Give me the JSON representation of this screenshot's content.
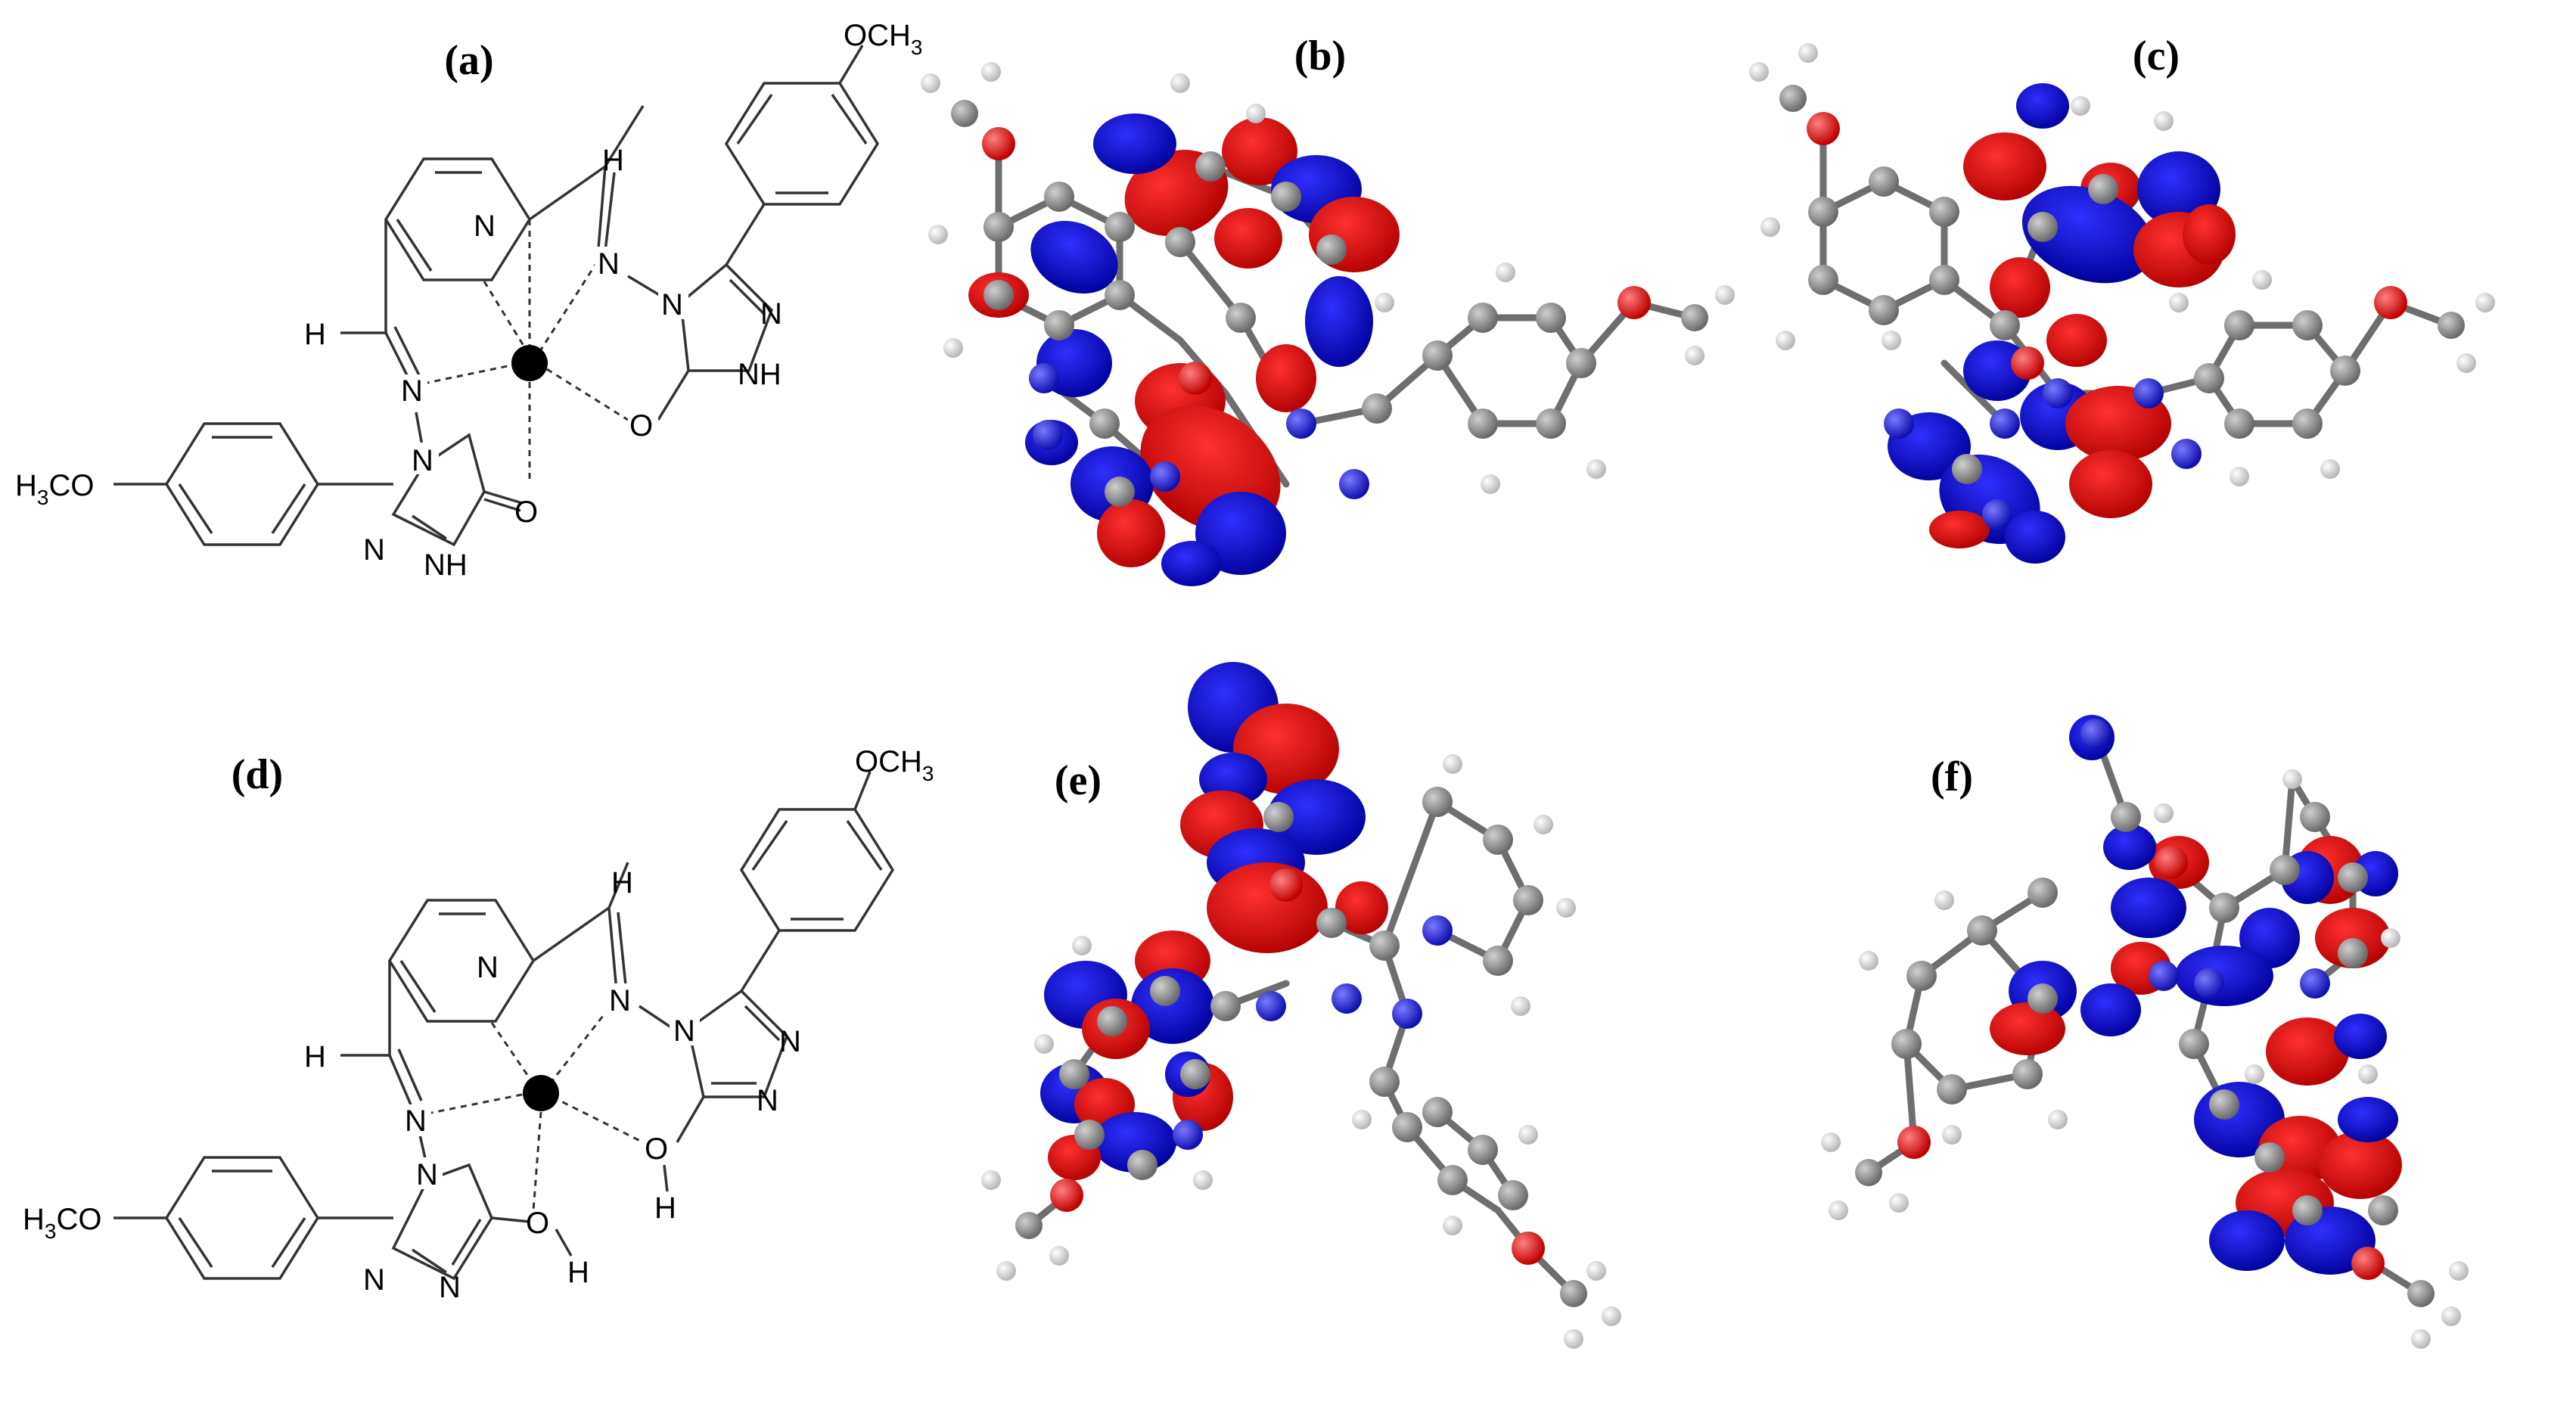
{
  "figure": {
    "panels": [
      {
        "id": "a",
        "label": "(a)",
        "kind": "structure"
      },
      {
        "id": "b",
        "label": "(b)",
        "kind": "orbital"
      },
      {
        "id": "c",
        "label": "(c)",
        "kind": "orbital"
      },
      {
        "id": "d",
        "label": "(d)",
        "kind": "structure"
      },
      {
        "id": "e",
        "label": "(e)",
        "kind": "orbital"
      },
      {
        "id": "f",
        "label": "(f)",
        "kind": "orbital"
      }
    ],
    "structure_a": {
      "n_pyridine": "N",
      "n_imine_left": "N",
      "n_imine_right": "N",
      "n_triazole_left": "N",
      "n_triazole_right": "N",
      "h_left": "H",
      "h_right": "H",
      "o_left": "O",
      "o_right": "O",
      "nh_left": "NH",
      "nh_right": "NH",
      "n_ring_left": "N",
      "n_ring_right": "N",
      "och3_top": "OCH",
      "och3_top_sub": "3",
      "h3co_left": "H",
      "h3co_left_sub": "3",
      "h3co_left_tail": "CO"
    },
    "structure_d": {
      "n_pyridine": "N",
      "n_imine_left": "N",
      "n_imine_right": "N",
      "n_triazole_left": "N",
      "n_triazole_right": "N",
      "h_left": "H",
      "h_right": "H",
      "o_left": "O",
      "o_right": "O",
      "oh_h_left": "H",
      "oh_h_right": "H",
      "n_ring_left_a": "N",
      "n_ring_left_b": "N",
      "n_ring_right_a": "N",
      "n_ring_right_b": "N",
      "och3_top": "OCH",
      "och3_top_sub": "3",
      "h3co_left": "H",
      "h3co_left_sub": "3",
      "h3co_left_tail": "CO"
    },
    "colors": {
      "lobe_positive": "#e00000",
      "lobe_negative": "#0000cc",
      "carbon": "#8a8a8a",
      "hydrogen": "#d8d8d8",
      "nitrogen": "#2222cc",
      "oxygen": "#dd1111",
      "metal": "#000000"
    }
  }
}
